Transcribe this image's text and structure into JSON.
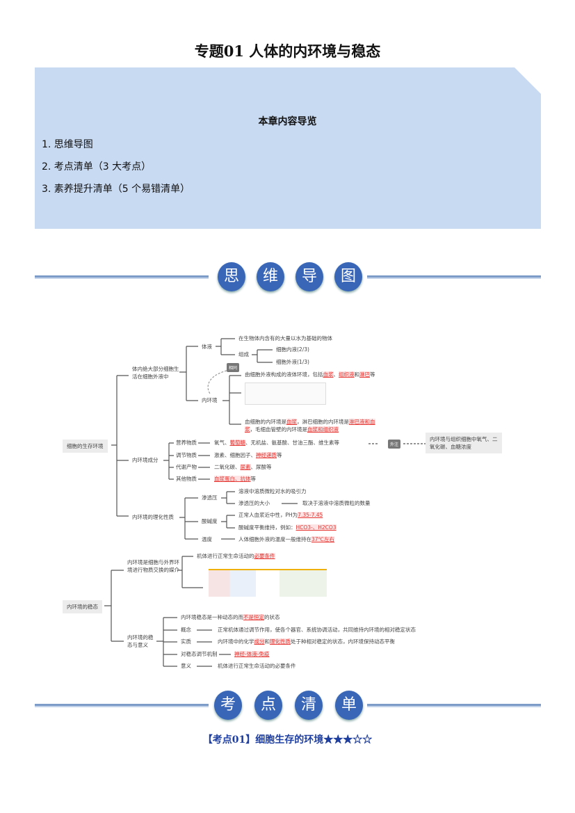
{
  "title": "专题01  人体的内环境与稳态",
  "guide": {
    "heading": "本章内容导览",
    "items": [
      "1. 思维导图",
      "2. 考点清单（3 大考点）",
      "3. 素养提升清单（5 个易错清单）"
    ]
  },
  "banner1": [
    "思",
    "维",
    "导",
    "图"
  ],
  "banner2": [
    "考",
    "点",
    "清",
    "单"
  ],
  "mindmap": {
    "root1": "细胞的生存环境",
    "a1": "体内绝大部分细胞生活在细胞外液中",
    "tiye": "体液",
    "tiye_def": "在生物体内含有的大量以水为基础的物体",
    "zucheng": "组成",
    "inner": "细胞内液(2/3)",
    "outer": "细胞外液(1/3)",
    "tag1": "相同",
    "nhj": "内环境",
    "nhj_def": [
      "由细胞外液构成的液体环境，包括",
      "血浆",
      "、",
      "组织液",
      "和",
      "淋巴",
      "等"
    ],
    "nhj_cells": [
      "血细胞的内环境是",
      "血浆",
      "，淋巴细胞的内环境是",
      "淋巴液和血浆",
      "，毛细血管壁的内环境是",
      "血浆和组织液"
    ],
    "a2": "内环境成分",
    "comp": [
      {
        "k": "营养物质",
        "pre": "氧气、",
        "red": "葡萄糖",
        "post": "、无机盐、氨基酸、甘油三酯、维生素等"
      },
      {
        "k": "调节物质",
        "pre": "激素、细胞因子、",
        "red": "神经递质",
        "post": "等"
      },
      {
        "k": "代谢产物",
        "pre": "二氧化碳、",
        "red": "尿素",
        "post": "、尿酸等"
      },
      {
        "k": "其他物质",
        "pre": "",
        "red": "血浆蛋白、抗体",
        "post": "等"
      }
    ],
    "tag2": "外注",
    "note": "内环境与组织细胞中氧气、二氧化碳、血糖浓度",
    "a3": "内环境的理化性质",
    "stl": "渗透压",
    "stl_def": "溶液中溶质微粒对水的吸引力",
    "stl_size": "渗透压的大小",
    "stl_dep": "取决于溶液中溶质微粒的数量",
    "sjd": "酸碱度",
    "sjd1": [
      "正常人血浆近中性，PH为",
      "7.35-7.45"
    ],
    "sjd2": [
      "酸碱度平衡维持，例如：",
      "HCO3-、H2CO3"
    ],
    "wd": "温度",
    "wd_def": [
      "人体细胞外液的温度一般维持在",
      "37℃左右"
    ],
    "root2": "内环境的稳态",
    "b1": "内环境是细胞与外界环境进行物质交换的媒介",
    "b1_c": [
      "机体进行正常生命活动的",
      "必要条件"
    ],
    "b2": "内环境的稳态与意义",
    "b2_0": [
      "内环境稳态是一种动态的而",
      "不是恒定",
      "的状态"
    ],
    "gn": "概念",
    "gn_d": "正常机体通过调节作用，使各个器官、系统协调活动，共同维持内环境的相对稳定状态",
    "sz": "实质",
    "sz_d": [
      "内环境中的化学",
      "成分",
      "和",
      "理化性质",
      "处于种相对稳定的状态，内环境保持动态平衡"
    ],
    "tj": "对稳态调节机制",
    "tj_d": "神经-体液-免疫",
    "yy": "意义",
    "yy_d": "机体进行正常生命活动的必要条件"
  },
  "kaodian": "【考点01】细胞生存的环境★★★☆☆"
}
